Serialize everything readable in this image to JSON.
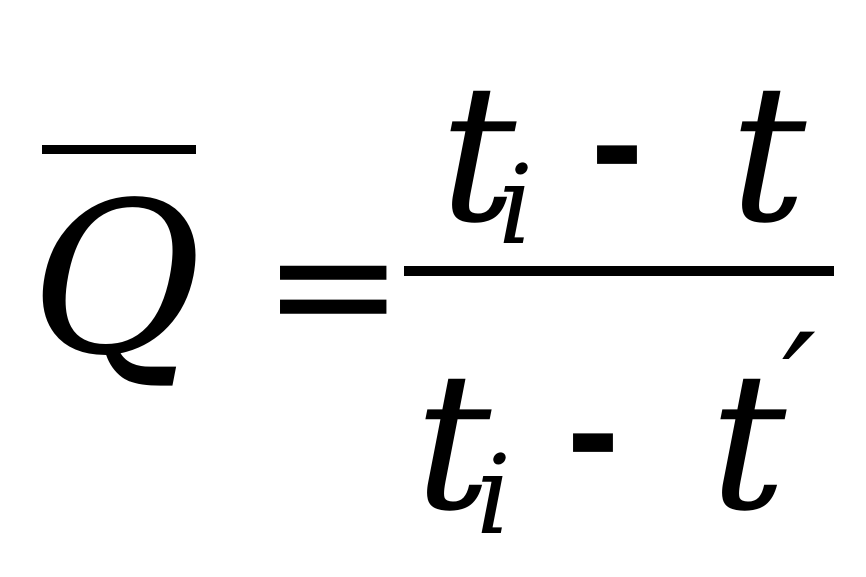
{
  "formula": {
    "lhs": {
      "symbol": "Q"
    },
    "equals": "=",
    "numerator": {
      "t1": "t",
      "sub": "i",
      "minus": "-",
      "t2": "t"
    },
    "denominator": {
      "t1": "t",
      "sub": "i",
      "minus": "-",
      "t2": "t",
      "prime": "′"
    }
  }
}
